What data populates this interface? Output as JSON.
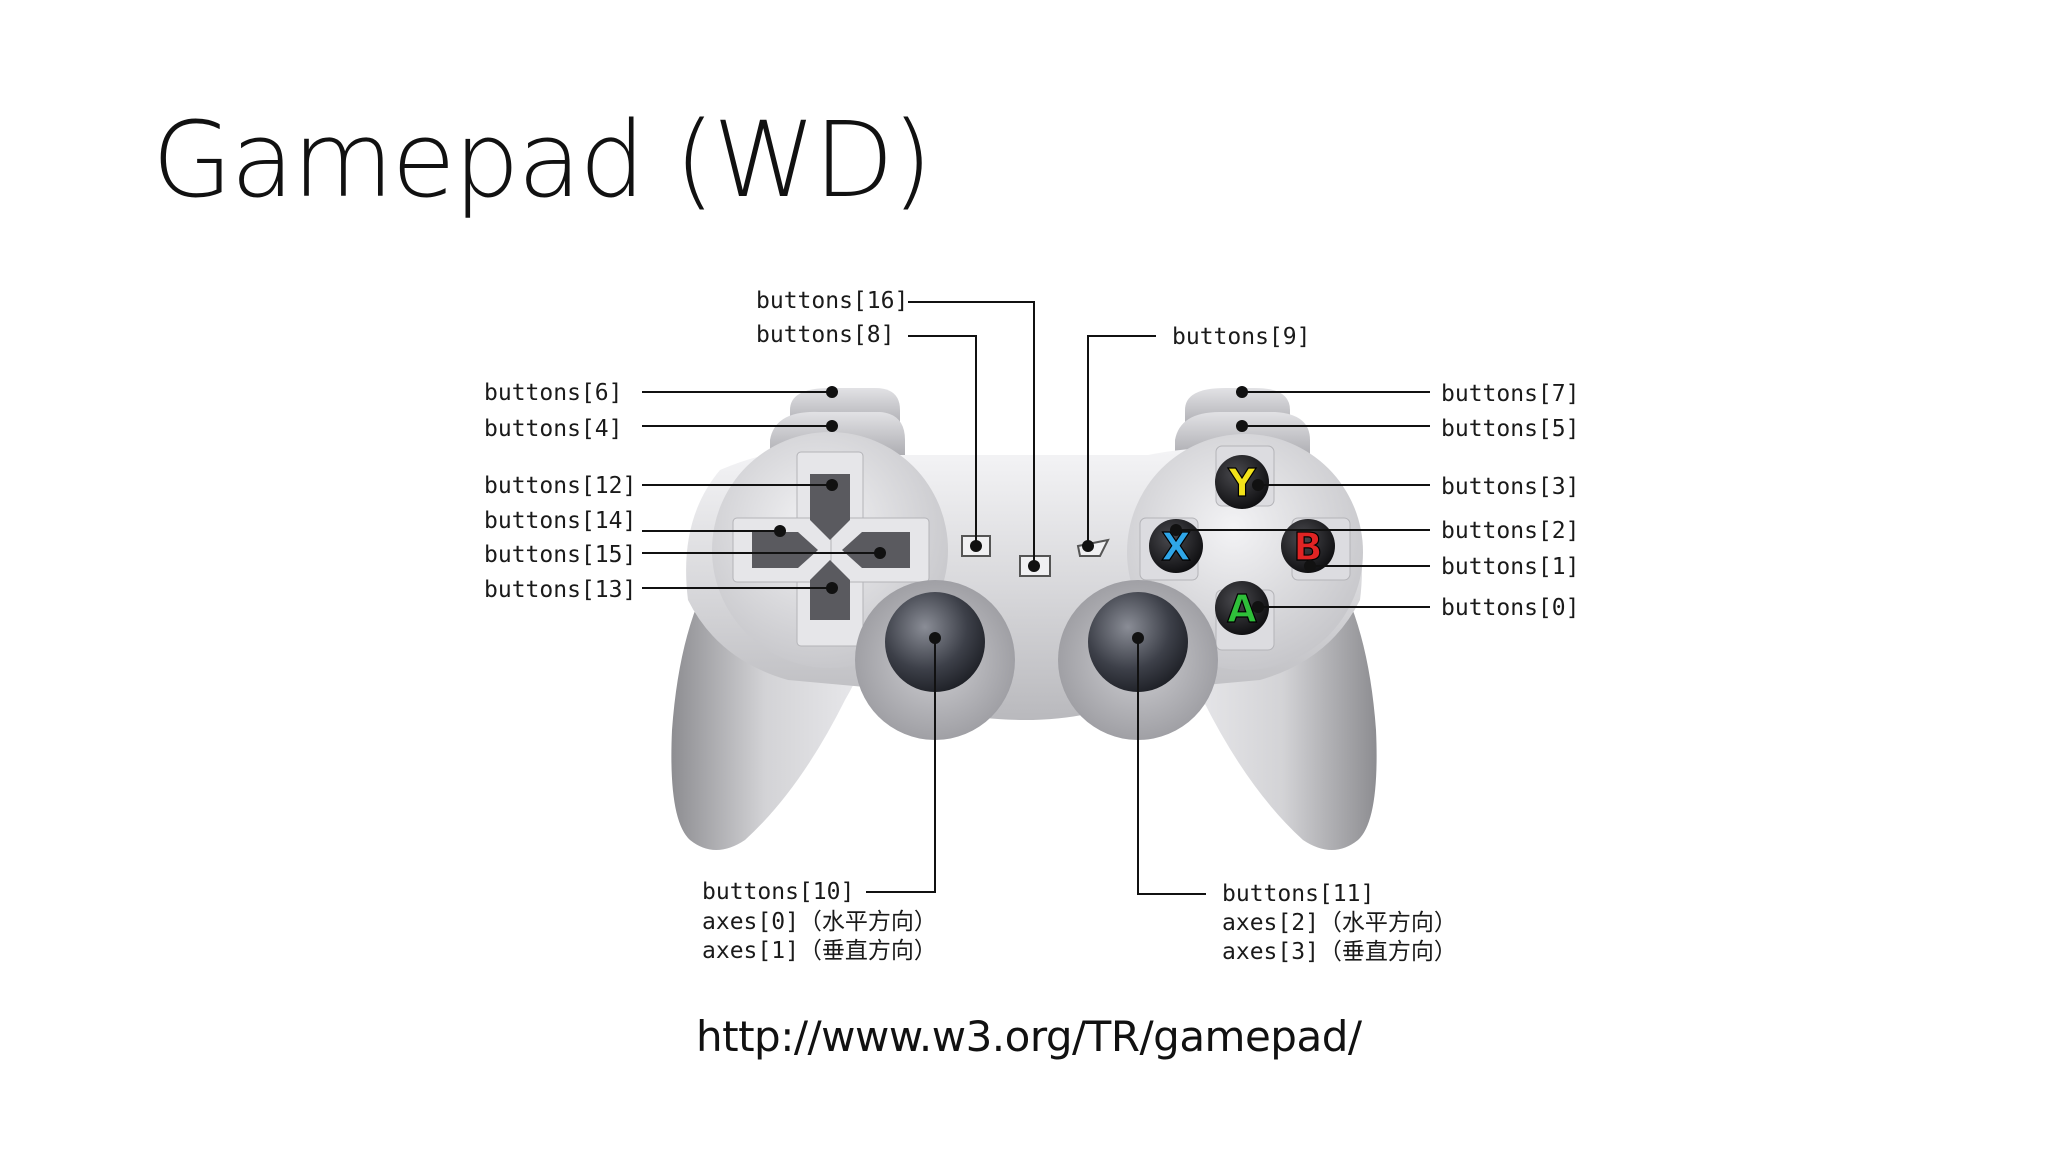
{
  "slide": {
    "title": "Gamepad (WD)",
    "link": "http://www.w3.org/TR/gamepad/"
  },
  "diagram": {
    "labels": {
      "b16": "buttons[16]",
      "b8": "buttons[8]",
      "b9": "buttons[9]",
      "b6": "buttons[6]",
      "b4": "buttons[4]",
      "b12": "buttons[12]",
      "b14": "buttons[14]",
      "b15": "buttons[15]",
      "b13": "buttons[13]",
      "b7": "buttons[7]",
      "b5": "buttons[5]",
      "b3": "buttons[3]",
      "b2": "buttons[2]",
      "b1": "buttons[1]",
      "b0": "buttons[0]",
      "b10": "buttons[10]",
      "axes0": "axes[0]（水平方向）",
      "axes1": "axes[1]（垂直方向）",
      "b11": "buttons[11]",
      "axes2": "axes[2]（水平方向）",
      "axes3": "axes[3]（垂直方向）"
    },
    "face_buttons": {
      "y": "Y",
      "x": "X",
      "b": "B",
      "a": "A"
    },
    "colors": {
      "y": "#f2e21a",
      "x": "#2fa6e8",
      "b": "#e02424",
      "a": "#2fbf3a"
    }
  }
}
